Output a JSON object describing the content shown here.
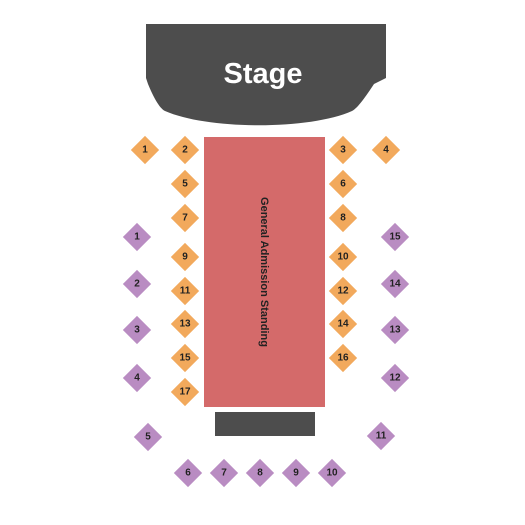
{
  "stage": {
    "label": "Stage",
    "color": "#4d4d4d"
  },
  "general_admission": {
    "label": "General Admission Standing",
    "color": "#d46a6a"
  },
  "riser": {
    "color": "#4d4d4d"
  },
  "colors": {
    "orange_section": "#f2a95c",
    "purple_section": "#b98cc2"
  },
  "orange_tables": [
    "1",
    "2",
    "3",
    "4",
    "5",
    "6",
    "7",
    "8",
    "9",
    "10",
    "11",
    "12",
    "13",
    "14",
    "15",
    "16",
    "17"
  ],
  "purple_tables": [
    "1",
    "2",
    "3",
    "4",
    "5",
    "6",
    "7",
    "8",
    "9",
    "10",
    "11",
    "12",
    "13",
    "14",
    "15"
  ]
}
